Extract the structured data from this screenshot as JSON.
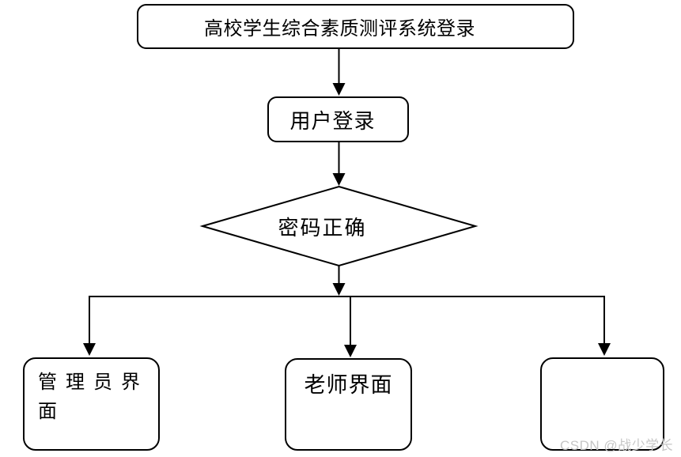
{
  "flowchart": {
    "title_node": {
      "label": "高校学生综合素质测评系统登录",
      "type": "rounded-rect"
    },
    "login_node": {
      "label": "用户登录",
      "type": "rounded-rect"
    },
    "decision_node": {
      "label": "密码正确",
      "type": "diamond"
    },
    "admin_node": {
      "label": "管理员界面",
      "line1": "管理员界",
      "line2": "面",
      "type": "rounded-rect"
    },
    "teacher_node": {
      "label": "老师界面",
      "type": "rounded-rect"
    },
    "unlabeled_node": {
      "label": "",
      "type": "rounded-rect"
    },
    "edges": [
      {
        "from": "title_node",
        "to": "login_node"
      },
      {
        "from": "login_node",
        "to": "decision_node"
      },
      {
        "from": "decision_node",
        "to": "branch_line"
      },
      {
        "from": "branch_line",
        "to": "admin_node"
      },
      {
        "from": "branch_line",
        "to": "teacher_node"
      },
      {
        "from": "branch_line",
        "to": "unlabeled_node"
      }
    ]
  },
  "watermark": {
    "text": "CSDN @战少学长",
    "color": "#c6c6c6"
  },
  "colors": {
    "stroke": "#000000",
    "node_fill": "#ffffff",
    "text": "#000000",
    "background": "#ffffff"
  }
}
